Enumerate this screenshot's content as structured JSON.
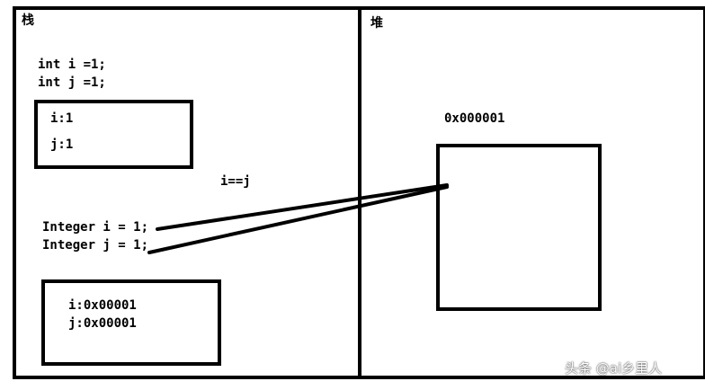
{
  "stack": {
    "title": "栈",
    "primitive_code": [
      "int i =1;",
      "int j =1;"
    ],
    "primitive_box": [
      "i:1",
      "j:1"
    ],
    "comparison": "i==j",
    "integer_code": [
      "Integer i = 1;",
      "Integer j = 1;"
    ],
    "reference_box": [
      "i:0x00001",
      "j:0x00001"
    ]
  },
  "heap": {
    "title": "堆",
    "address": "0x000001"
  },
  "watermark": "头条 @ai乡里人",
  "colors": {
    "ink": "#000000",
    "background": "#ffffff"
  }
}
